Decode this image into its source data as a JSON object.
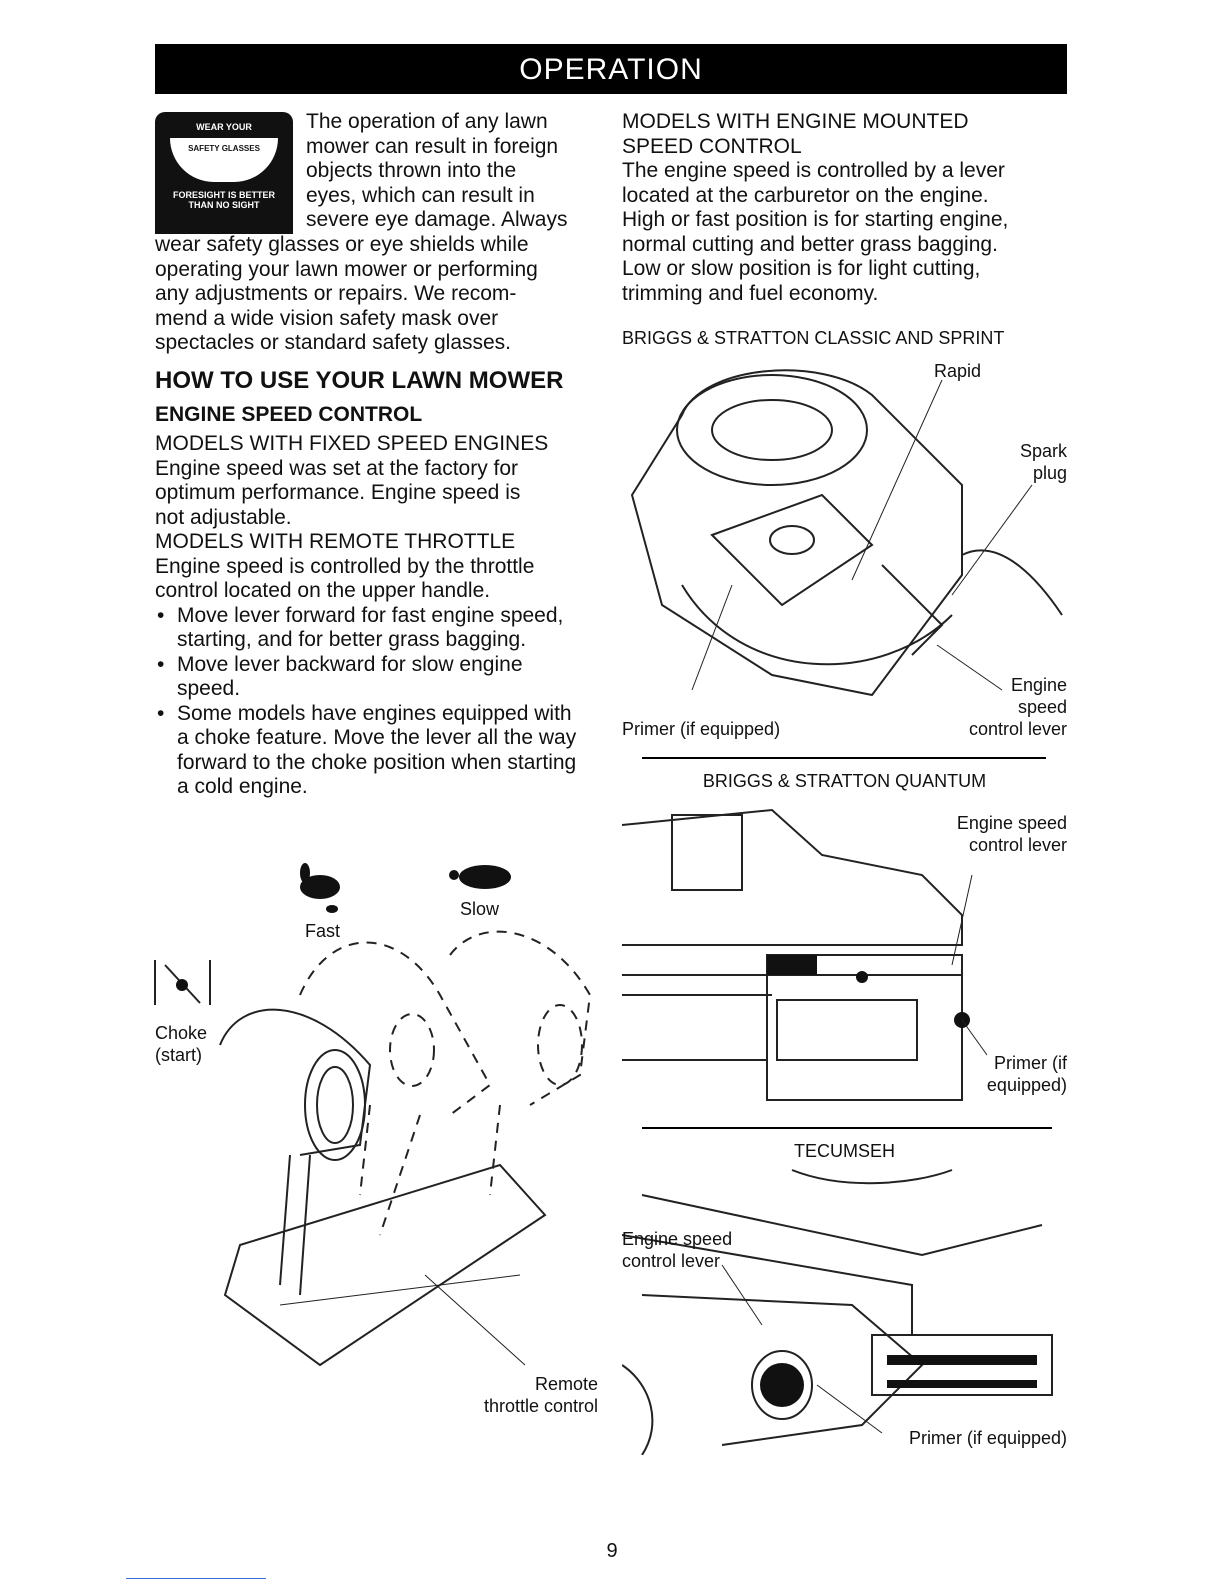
{
  "header": {
    "title": "OPERATION"
  },
  "safety_badge": {
    "line1": "WEAR YOUR",
    "line2": "SAFETY GLASSES",
    "line3": "FORESIGHT IS BETTER",
    "line4": "THAN NO SIGHT"
  },
  "intro": [
    "The operation of any lawn",
    "mower can result in foreign",
    "objects thrown into the",
    "eyes, which can result in",
    "severe eye damage. Always",
    "wear safety glasses or eye shields while",
    "operating your lawn mower or performing",
    "any adjustments or repairs. We recom-",
    "mend a wide vision safety mask over",
    "spectacles or standard safety glasses."
  ],
  "how_to": {
    "heading": "HOW TO USE YOUR LAWN MOWER",
    "subheading": "ENGINE SPEED CONTROL",
    "fixed_heading": "MODELS WITH FIXED SPEED ENGINES",
    "fixed_text": [
      "Engine speed was set at the factory for",
      "optimum performance.  Engine speed is",
      "not adjustable."
    ],
    "remote_heading": "MODELS WITH REMOTE THROTTLE",
    "remote_text": [
      "Engine speed is controlled by the throttle",
      "control located on the upper handle."
    ],
    "bullets": [
      "Move lever forward for fast engine speed, starting, and for better grass bagging.",
      "Move lever backward for slow engine speed.",
      "Some models have engines equipped with a choke feature.  Move the lever all the way forward to the choke position when starting a cold engine."
    ]
  },
  "throttle_figure": {
    "fast": "Fast",
    "slow": "Slow",
    "choke": "Choke",
    "choke_start": "(start)",
    "remote": "Remote",
    "remote2": "throttle control"
  },
  "engine_mounted": {
    "heading_line1": "MODELS WITH ENGINE MOUNTED",
    "heading_line2": "SPEED CONTROL",
    "text": [
      "The engine speed is controlled by a lever",
      "located at the carburetor on the engine.",
      "High or  fast position is for starting engine,",
      "normal cutting and better grass bagging.",
      "Low or slow position is for light cutting,",
      "trimming and fuel economy."
    ]
  },
  "figures": {
    "classic": {
      "title": "BRIGGS & STRATTON CLASSIC AND SPRINT",
      "rapid": "Rapid",
      "spark1": "Spark",
      "spark2": "plug",
      "engine1": "Engine",
      "engine2": "speed",
      "engine3": "control lever",
      "primer": "Primer (if equipped)"
    },
    "quantum": {
      "title": "BRIGGS & STRATTON QUANTUM",
      "esc1": "Engine speed",
      "esc2": "control lever",
      "primer1": "Primer (if",
      "primer2": "equipped)"
    },
    "tecumseh": {
      "title": "TECUMSEH",
      "esc1": "Engine speed",
      "esc2": "control lever",
      "primer": "Primer (if equipped)"
    }
  },
  "footer": {
    "page_number": "9"
  }
}
